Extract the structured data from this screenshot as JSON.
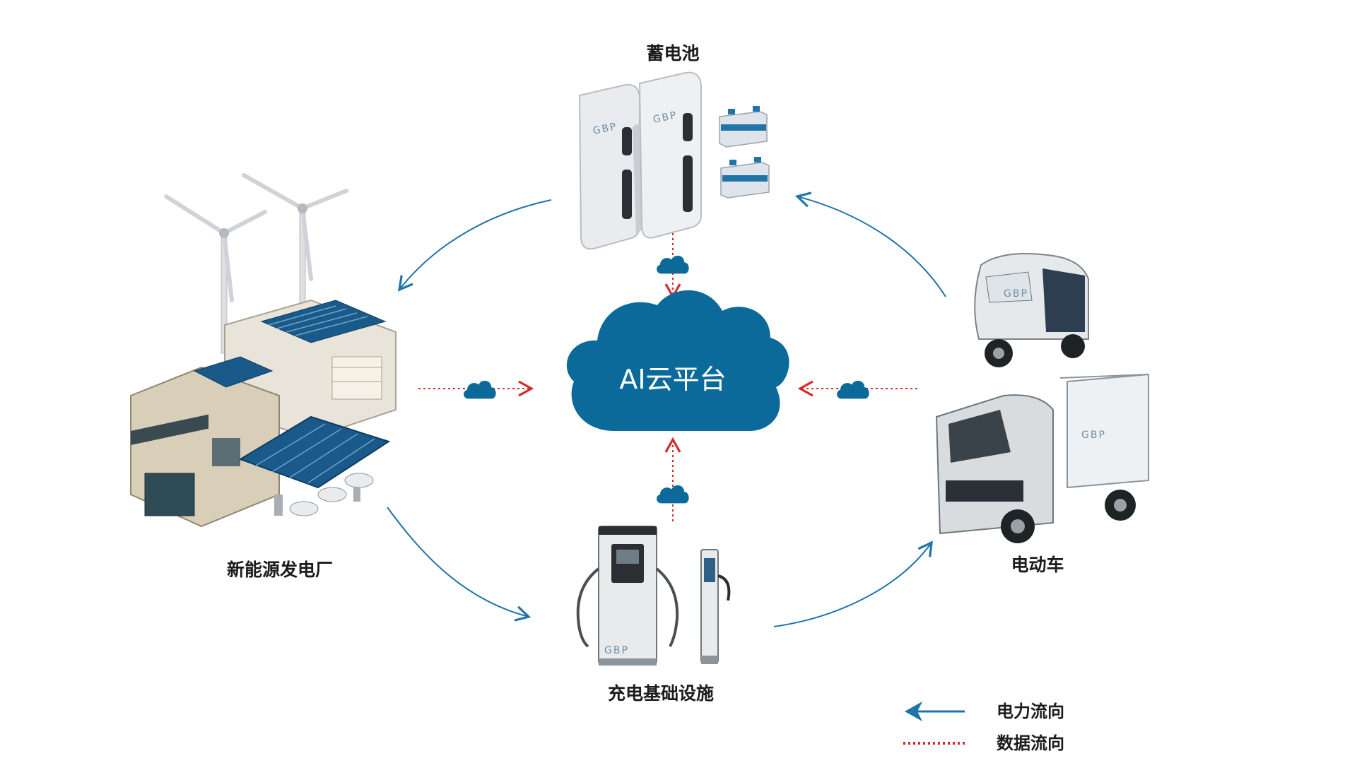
{
  "center": {
    "label": "AI云平台"
  },
  "nodes": {
    "battery": {
      "label": "蓄电池"
    },
    "plant": {
      "label": "新能源发电厂"
    },
    "vehicle": {
      "label": "电动车"
    },
    "charging": {
      "label": "充电基础设施"
    }
  },
  "legend": {
    "power_flow": "电力流向",
    "data_flow": "数据流向"
  },
  "brand": "GBP",
  "colors": {
    "cloud": "#0b6a9a",
    "power_arrow": "#1f74a8",
    "data_arrow": "#d42a2a"
  }
}
